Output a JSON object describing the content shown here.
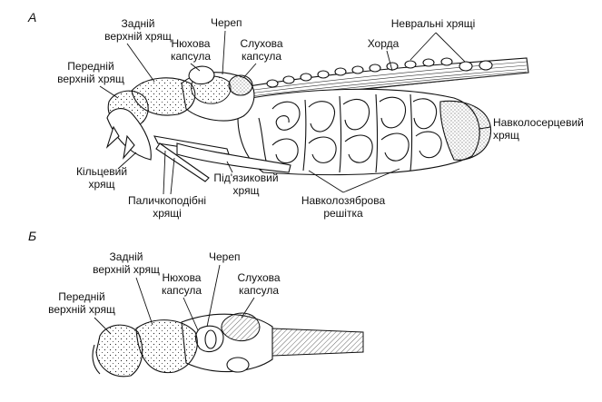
{
  "panels": {
    "a": "А",
    "b": "Б"
  },
  "labels_a": {
    "posterior_supra": [
      "Задній",
      "верхній хрящ"
    ],
    "skull": [
      "Череп"
    ],
    "nasal": [
      "Нюхова",
      "капсула"
    ],
    "auditory": [
      "Слухова",
      "капсула"
    ],
    "neural": [
      "Невральні хрящі"
    ],
    "chord": [
      "Хорда"
    ],
    "anterior_supra": [
      "Передній",
      "верхній хрящ"
    ],
    "pericardial": [
      "Навколосерцевий",
      "хрящ"
    ],
    "annular": [
      "Кільцевий",
      "хрящ"
    ],
    "styliform": [
      "Паличкоподібні",
      "хрящі"
    ],
    "hyoid": [
      "Під'язиковий",
      "хрящ"
    ],
    "branchial": [
      "Навколозяброва",
      "решітка"
    ]
  },
  "labels_b": {
    "posterior_supra": [
      "Задній",
      "верхній хрящ"
    ],
    "skull": [
      "Череп"
    ],
    "nasal": [
      "Нюхова",
      "капсула"
    ],
    "auditory": [
      "Слухова",
      "капсула"
    ],
    "anterior_supra": [
      "Передній",
      "верхній хрящ"
    ]
  }
}
